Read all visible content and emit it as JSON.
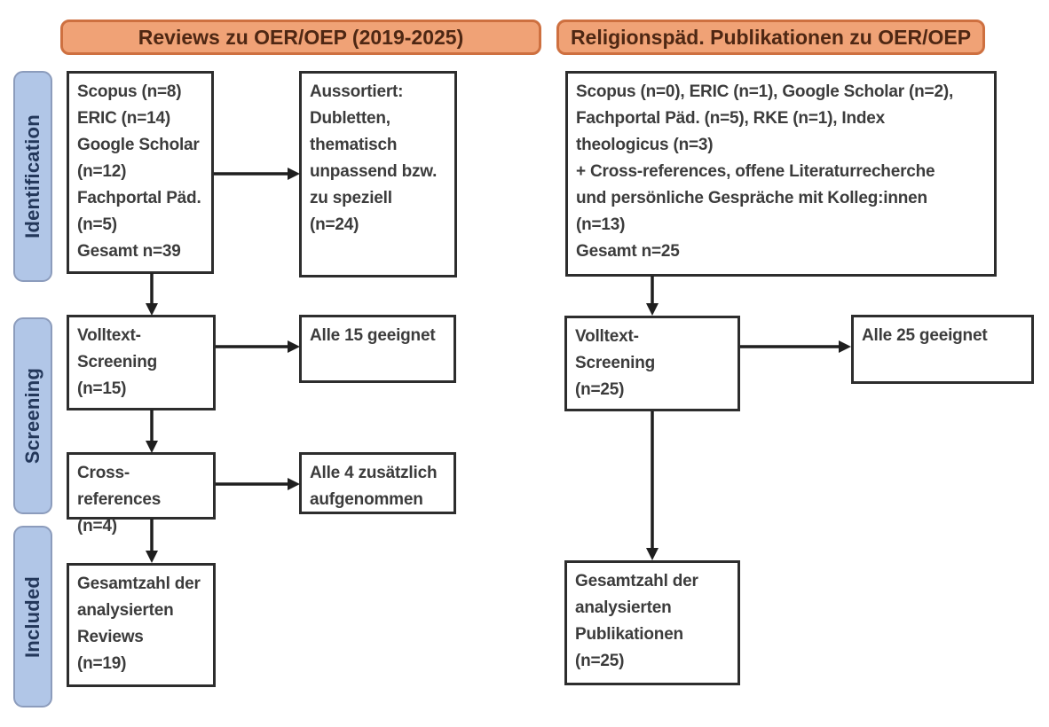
{
  "diagram": {
    "title": "PRISMA-style literature flow diagram",
    "columns": [
      {
        "header": "Reviews zu OER/OEP (2019-2025)"
      },
      {
        "header": "Religionspäd. Publikationen zu OER/OEP"
      }
    ],
    "stages": [
      {
        "label": "Identification"
      },
      {
        "label": "Screening"
      },
      {
        "label": "Included"
      }
    ],
    "boxes": {
      "left_sources": "Scopus (n=8)\nERIC (n=14)\nGoogle Scholar\n(n=12)\nFachportal Päd.\n(n=5)\nGesamt n=39",
      "left_excluded": "Aussortiert:\nDubletten,\nthematisch\nunpassend bzw.\nzu speziell\n(n=24)",
      "left_fulltext": "Volltext-\nScreening\n(n=15)",
      "left_fulltext_result": "Alle 15 geeignet",
      "left_crossref": "Cross-references\n(n=4)",
      "left_crossref_result": "Alle 4 zusätzlich\naufgenommen",
      "left_included": "Gesamtzahl der\nanalysierten\nReviews\n(n=19)",
      "right_sources": "Scopus (n=0), ERIC (n=1), Google Scholar (n=2),\nFachportal Päd. (n=5), RKE (n=1), Index\ntheologicus (n=3)\n+ Cross-references, offene Literaturrecherche\nund persönliche Gespräche mit Kolleg:innen\n(n=13)\nGesamt n=25",
      "right_fulltext": "Volltext-\nScreening\n(n=25)",
      "right_fulltext_result": "Alle 25 geeignet",
      "right_included": "Gesamtzahl der\nanalysierten\nPublikationen\n(n=25)"
    },
    "colors": {
      "header_fill": "#F0A276",
      "header_border": "#CE7040",
      "header_text": "#4E2713",
      "stage_fill": "#B1C6E7",
      "stage_border": "#8C9CBC",
      "stage_text": "#23375A",
      "box_border": "#2D2D2D",
      "box_text": "#3C3C3C",
      "arrow": "#1F1F1F"
    }
  }
}
